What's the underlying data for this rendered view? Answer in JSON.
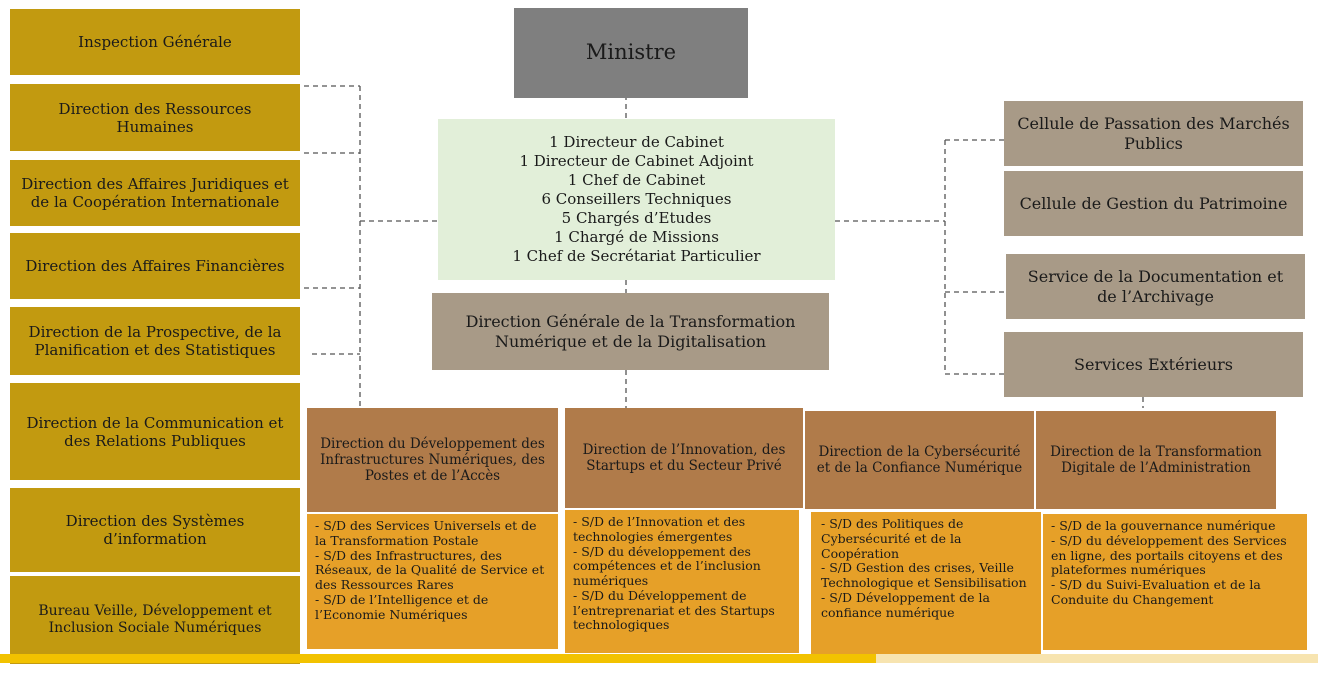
{
  "minister": "Ministre",
  "cabinet": [
    "1 Directeur de Cabinet",
    "1 Directeur de Cabinet Adjoint",
    "1 Chef de Cabinet",
    "6 Conseillers Techniques",
    "5 Chargés d’Etudes",
    "1 Chargé de Missions",
    "1 Chef de Secrétariat Particulier"
  ],
  "general_direction": "Direction Générale de la Transformation Numérique et de la Digitalisation",
  "left_units": [
    "Inspection Générale",
    "Direction des Ressources Humaines",
    "Direction des Affaires Juridiques et de la Coopération Internationale",
    "Direction des Affaires Financières",
    "Direction de la Prospective, de la Planification et des Statistiques",
    "Direction de la Communication et des Relations Publiques",
    "Direction des  Systèmes d’information",
    "Bureau Veille, Développement et Inclusion Sociale Numériques"
  ],
  "right_units": [
    "Cellule de Passation des Marchés Publics",
    "Cellule de Gestion du Patrimoine",
    "Service de la Documentation et de l’Archivage",
    "Services Extérieurs"
  ],
  "directions": [
    {
      "title": "Direction du Développement des Infrastructures Numériques, des Postes et de l’Accès",
      "subs": [
        "- S/D des Services Universels et de la Transformation Postale",
        "- S/D  des Infrastructures, des Réseaux, de la Qualité de Service  et des Ressources Rares",
        "- S/D de l’Intelligence et de l’Economie Numériques"
      ]
    },
    {
      "title": "Direction de l’Innovation, des Startups et du Secteur Privé",
      "subs": [
        "- S/D de l’Innovation et des technologies émergentes",
        "- S/D du développement des compétences et de l’inclusion numériques",
        "- S/D du Développement de l’entreprenariat et des Startups technologiques"
      ]
    },
    {
      "title": "Direction de la Cybersécurité et de la Confiance Numérique",
      "subs": [
        "- S/D des Politiques de Cybersécurité et de la Coopération",
        "- S/D Gestion des crises, Veille Technologique et Sensibilisation",
        "- S/D Développement de la confiance numérique"
      ]
    },
    {
      "title": "Direction de la Transformation Digitale de l’Administration",
      "subs": [
        "- S/D de la gouvernance numérique",
        "- S/D du développement des Services en ligne, des portails citoyens et des plateformes numériques",
        "- S/D du Suivi-Evaluation et de la Conduite du Changement"
      ]
    }
  ],
  "colors": {
    "left_units": "#c29a10",
    "minister": "#7f7f7f",
    "cabinet": "#e2efd9",
    "staff_units": "#a89a87",
    "directions": "#b07b4a",
    "sub_directions": "#e6a028"
  }
}
